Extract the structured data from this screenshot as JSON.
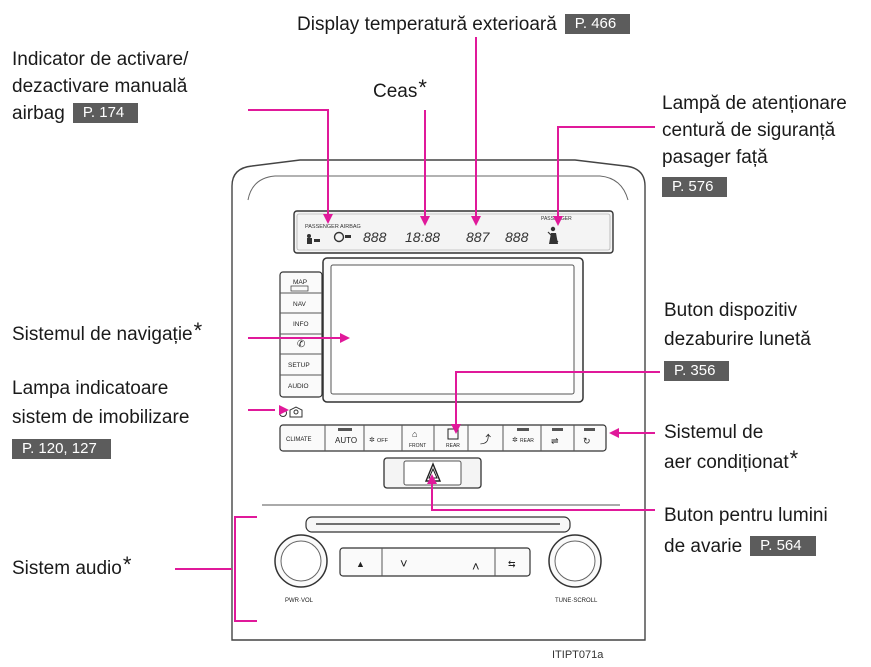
{
  "labels": {
    "display_temp": {
      "text": "Display temperatură exterioară",
      "ref": "P. 466"
    },
    "airbag_indicator": {
      "line1": "Indicator de activare/",
      "line2": "dezactivare manuală",
      "line3": "airbag",
      "ref": "P. 174"
    },
    "clock": {
      "text": "Ceas",
      "star": "*"
    },
    "seatbelt_lamp": {
      "line1": "Lampă de atenționare",
      "line2": "centură de siguranță",
      "line3": "pasager față",
      "ref": "P. 576"
    },
    "navigation": {
      "text": "Sistemul de navigație",
      "star": "*"
    },
    "rear_defogger": {
      "line1": "Buton dispozitiv",
      "line2": "dezaburire lunetă",
      "ref": "P. 356"
    },
    "immobilizer": {
      "line1": "Lampa indicatoare",
      "line2": "sistem de imobilizare",
      "ref": "P. 120, 127"
    },
    "air_conditioning": {
      "line1": "Sistemul de",
      "line2": "aer condiționat",
      "star": "*"
    },
    "hazard": {
      "line1": "Buton pentru lumini",
      "line2": "de avarie",
      "ref": "P. 564"
    },
    "audio": {
      "text": "Sistem audio",
      "star": "*"
    }
  },
  "panel": {
    "passenger_airbag": "PASSENGER AIRBAG",
    "passenger_small": "PASSENGER",
    "lcd_left": "888",
    "lcd_clock": "18:88",
    "lcd_temp": "887",
    "lcd_right": "888",
    "buttons": {
      "map": "MAP",
      "nav": "NAV",
      "info": "INFO",
      "setup": "SETUP",
      "audio": "AUDIO",
      "climate": "CLIMATE",
      "auto": "AUTO",
      "off": "OFF",
      "front": "FRONT",
      "rear_def": "REAR",
      "rear": "REAR"
    },
    "pwr_vol": "PWR·VOL",
    "tune_scroll": "TUNE·SCROLL"
  },
  "figure_id": "ITIPT071a",
  "colors": {
    "callout": "#e0199a",
    "ref_bg": "#5c5c5c"
  }
}
